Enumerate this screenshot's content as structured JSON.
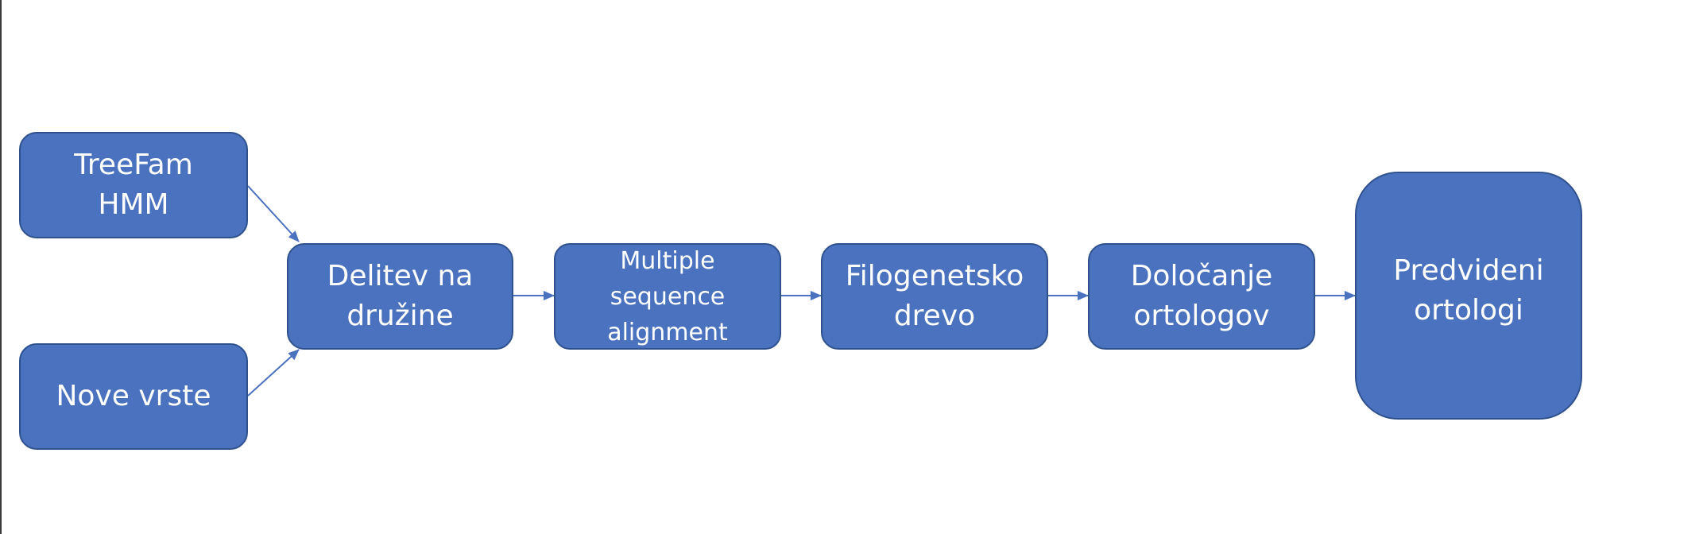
{
  "diagram": {
    "nodes": [
      {
        "id": "treefam",
        "label": "TreeFam\nHMM"
      },
      {
        "id": "nove",
        "label": "Nove vrste"
      },
      {
        "id": "delitev",
        "label": "Delitev na\ndružine"
      },
      {
        "id": "msa",
        "label": "Multiple\nsequence\nalignment"
      },
      {
        "id": "filo",
        "label": "Filogenetsko\ndrevo"
      },
      {
        "id": "dolocanje",
        "label": "Določanje\nortologov"
      },
      {
        "id": "predvideni",
        "label": "Predvideni\nortologi"
      }
    ],
    "edges": [
      {
        "from": "treefam",
        "to": "delitev"
      },
      {
        "from": "nove",
        "to": "delitev"
      },
      {
        "from": "delitev",
        "to": "msa"
      },
      {
        "from": "msa",
        "to": "filo"
      },
      {
        "from": "filo",
        "to": "dolocanje"
      },
      {
        "from": "dolocanje",
        "to": "predvideni"
      }
    ],
    "colors": {
      "node_fill": "#4a72be",
      "node_border": "#2f528f",
      "node_text": "#ffffff",
      "arrow": "#4a72be"
    }
  }
}
